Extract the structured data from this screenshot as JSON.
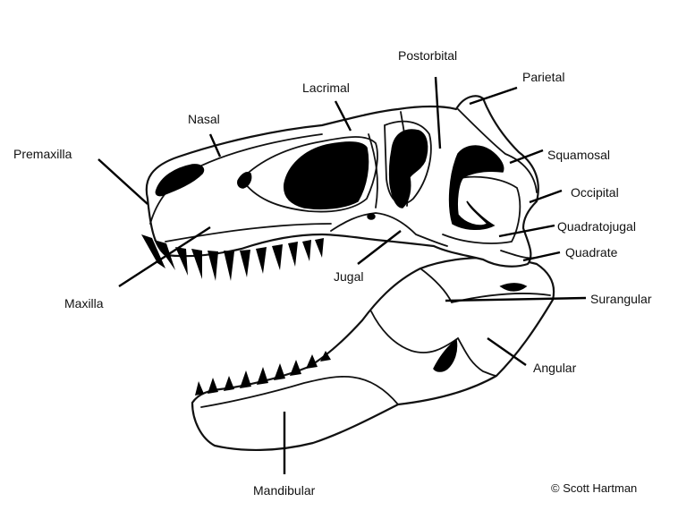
{
  "labels": {
    "premaxilla": "Premaxilla",
    "nasal": "Nasal",
    "lacrimal": "Lacrimal",
    "postorbital": "Postorbital",
    "parietal": "Parietal",
    "squamosal": "Squamosal",
    "occipital": "Occipital",
    "quadratojugal": "Quadratojugal",
    "quadrate": "Quadrate",
    "surangular": "Surangular",
    "angular": "Angular",
    "jugal": "Jugal",
    "maxilla": "Maxilla",
    "mandibular": "Mandibular"
  },
  "credit": "© Scott Hartman",
  "colors": {
    "ink": "#111111",
    "paper": "#ffffff"
  }
}
